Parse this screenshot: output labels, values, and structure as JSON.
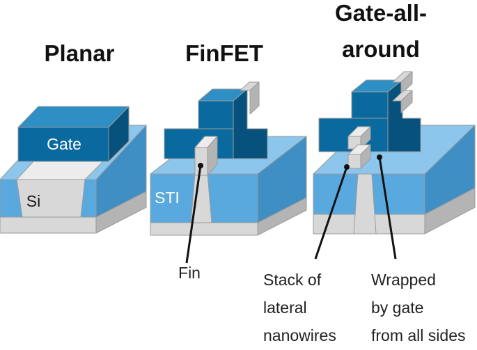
{
  "titles": {
    "planar": "Planar",
    "finfet": "FinFET",
    "gaa_line1": "Gate-all-",
    "gaa_line2": "around"
  },
  "labels": {
    "gate": "Gate",
    "si": "Si",
    "sti": "STI"
  },
  "callouts": {
    "fin": "Fin",
    "stack_line1": "Stack of",
    "stack_line2": "lateral",
    "stack_line3": "nanowires",
    "wrapped_line1": "Wrapped",
    "wrapped_line2": "by gate",
    "wrapped_line3": "from all sides"
  },
  "colors": {
    "gate_front": "#0a6a9f",
    "gate_top": "#2d8fc3",
    "gate_side": "#06527c",
    "oxide_front": "#5aa9de",
    "oxide_top": "#8cc6ec",
    "oxide_side": "#3f8fc4",
    "silicon_front": "#d8d8d8",
    "silicon_top": "#ececec",
    "silicon_side": "#b4b4b4",
    "label_on_dark": "#ffffff",
    "label_on_light": "#1a1a1a"
  }
}
